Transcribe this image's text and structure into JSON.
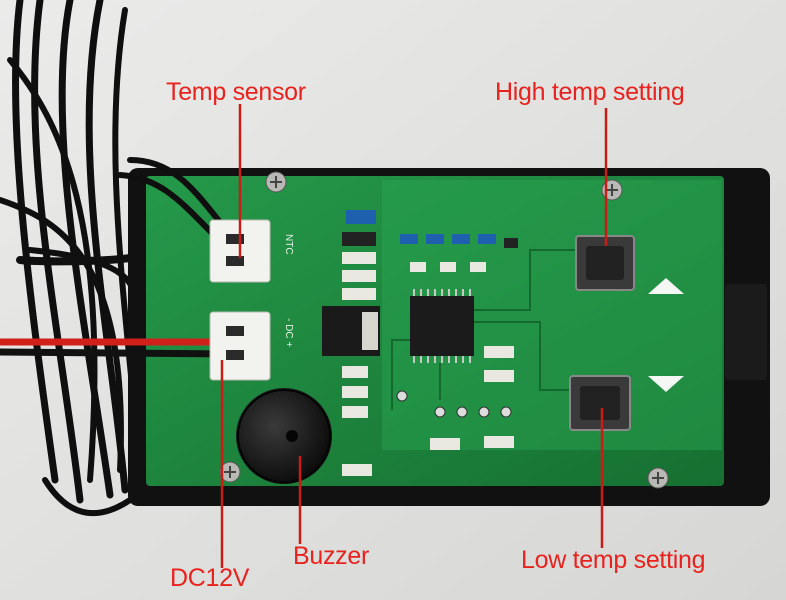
{
  "labels": {
    "temp_sensor": "Temp sensor",
    "high_temp_setting": "High temp setting",
    "low_temp_setting": "Low temp setting",
    "dc12v": "DC12V",
    "buzzer": "Buzzer"
  },
  "board": {
    "ntc": "NTC",
    "dc": "- DC +"
  },
  "colors": {
    "label": "#e8231e",
    "pcb": "#1f8a3a",
    "background": "#e4e4e2"
  }
}
